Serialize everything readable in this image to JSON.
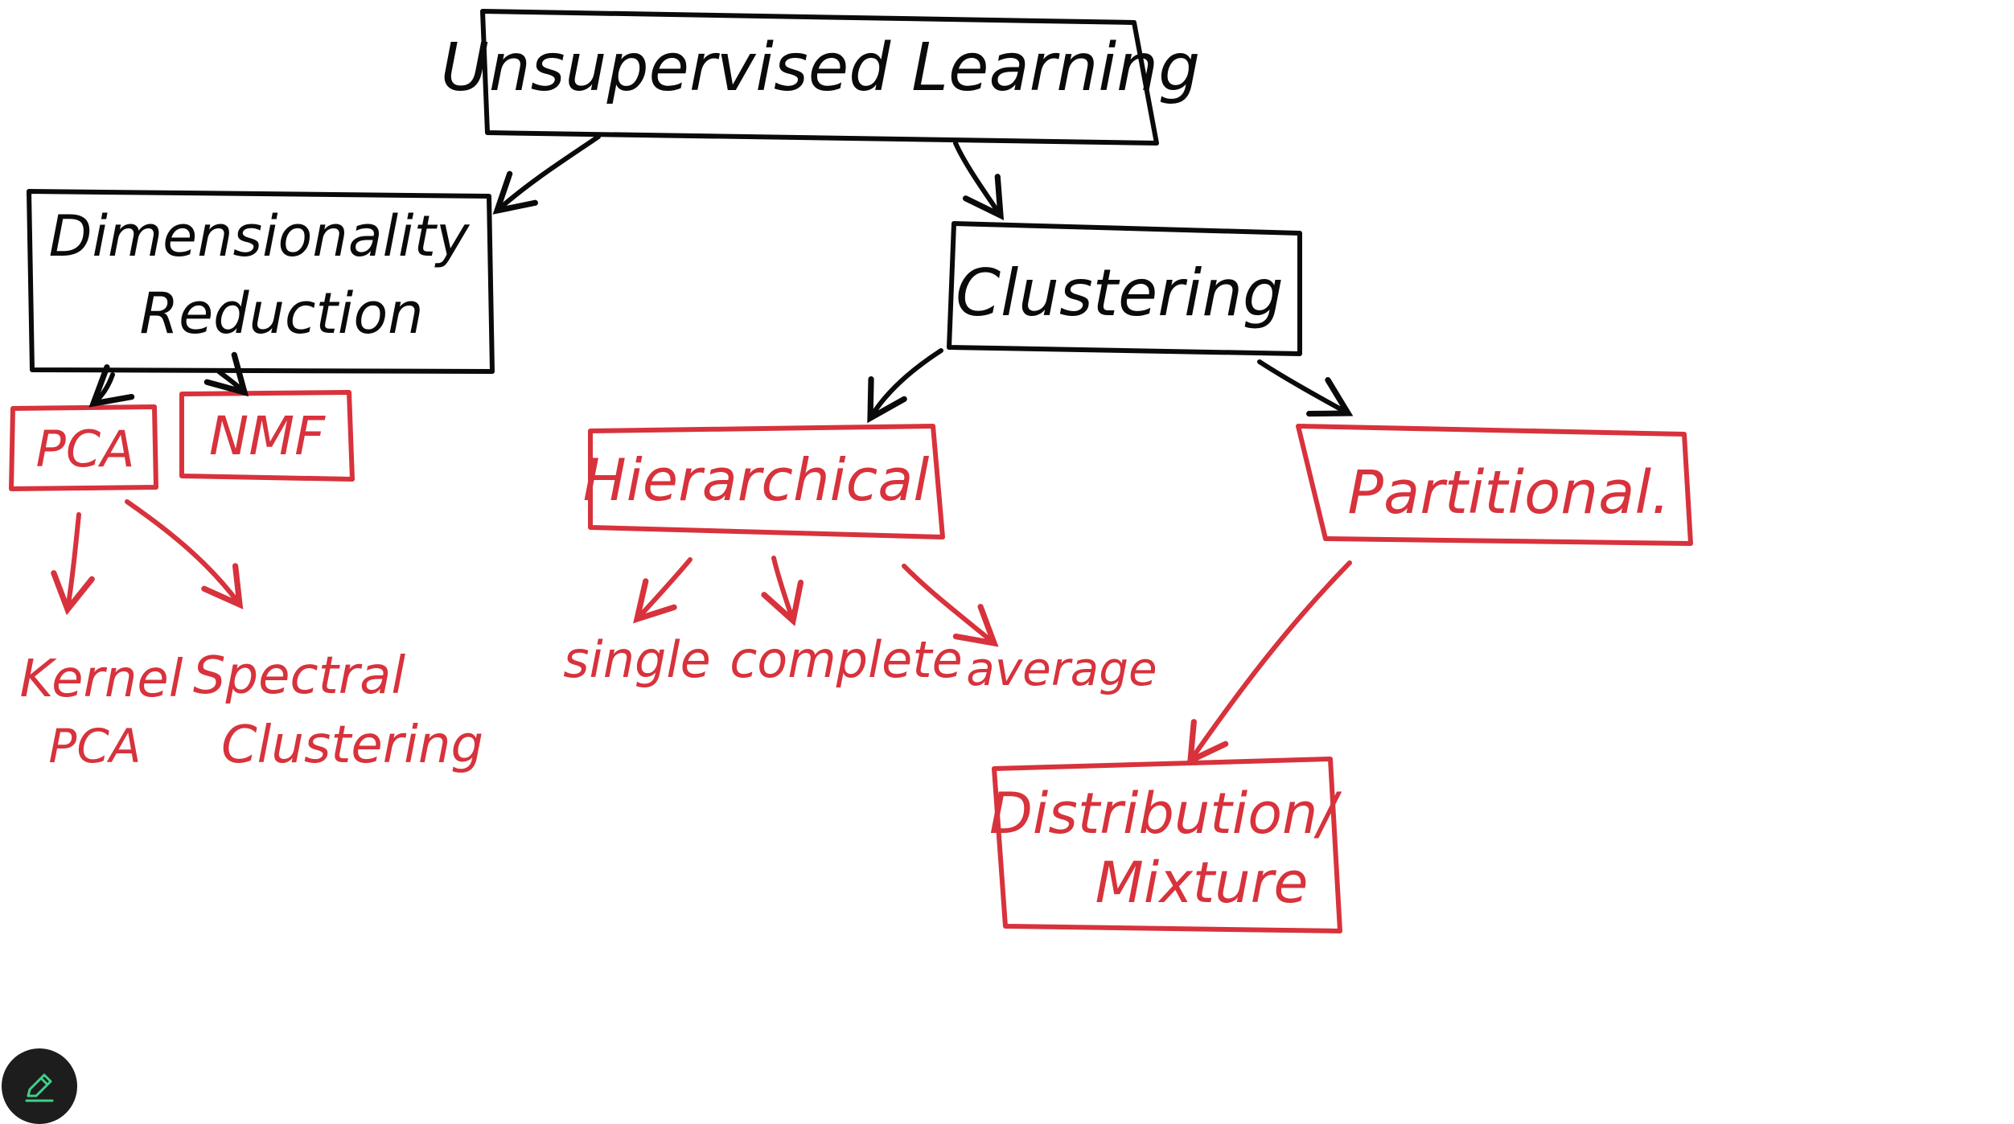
{
  "colors": {
    "ink_black": "#0a0a0a",
    "ink_red": "#d8323c",
    "tool_button_bg": "#1d1d1d",
    "tool_icon": "#3fd18a"
  },
  "nodes": {
    "root": "Unsupervised Learning",
    "dim_line1": "Dimensionality",
    "dim_line2": "Reduction",
    "clustering": "Clustering",
    "pca": "PCA",
    "nmf": "NMF",
    "hierarchical": "Hierarchical",
    "partitional": "Partitional.",
    "dist_line1": "Distribution/",
    "dist_line2": "Mixture"
  },
  "leaves": {
    "kernel_line1": "Kernel",
    "kernel_line2": "PCA",
    "spectral_line1": "Spectral",
    "spectral_line2": "Clustering",
    "single": "single",
    "complete": "complete",
    "average": "average"
  },
  "toolbar": {
    "pen_icon": "pencil-icon"
  }
}
